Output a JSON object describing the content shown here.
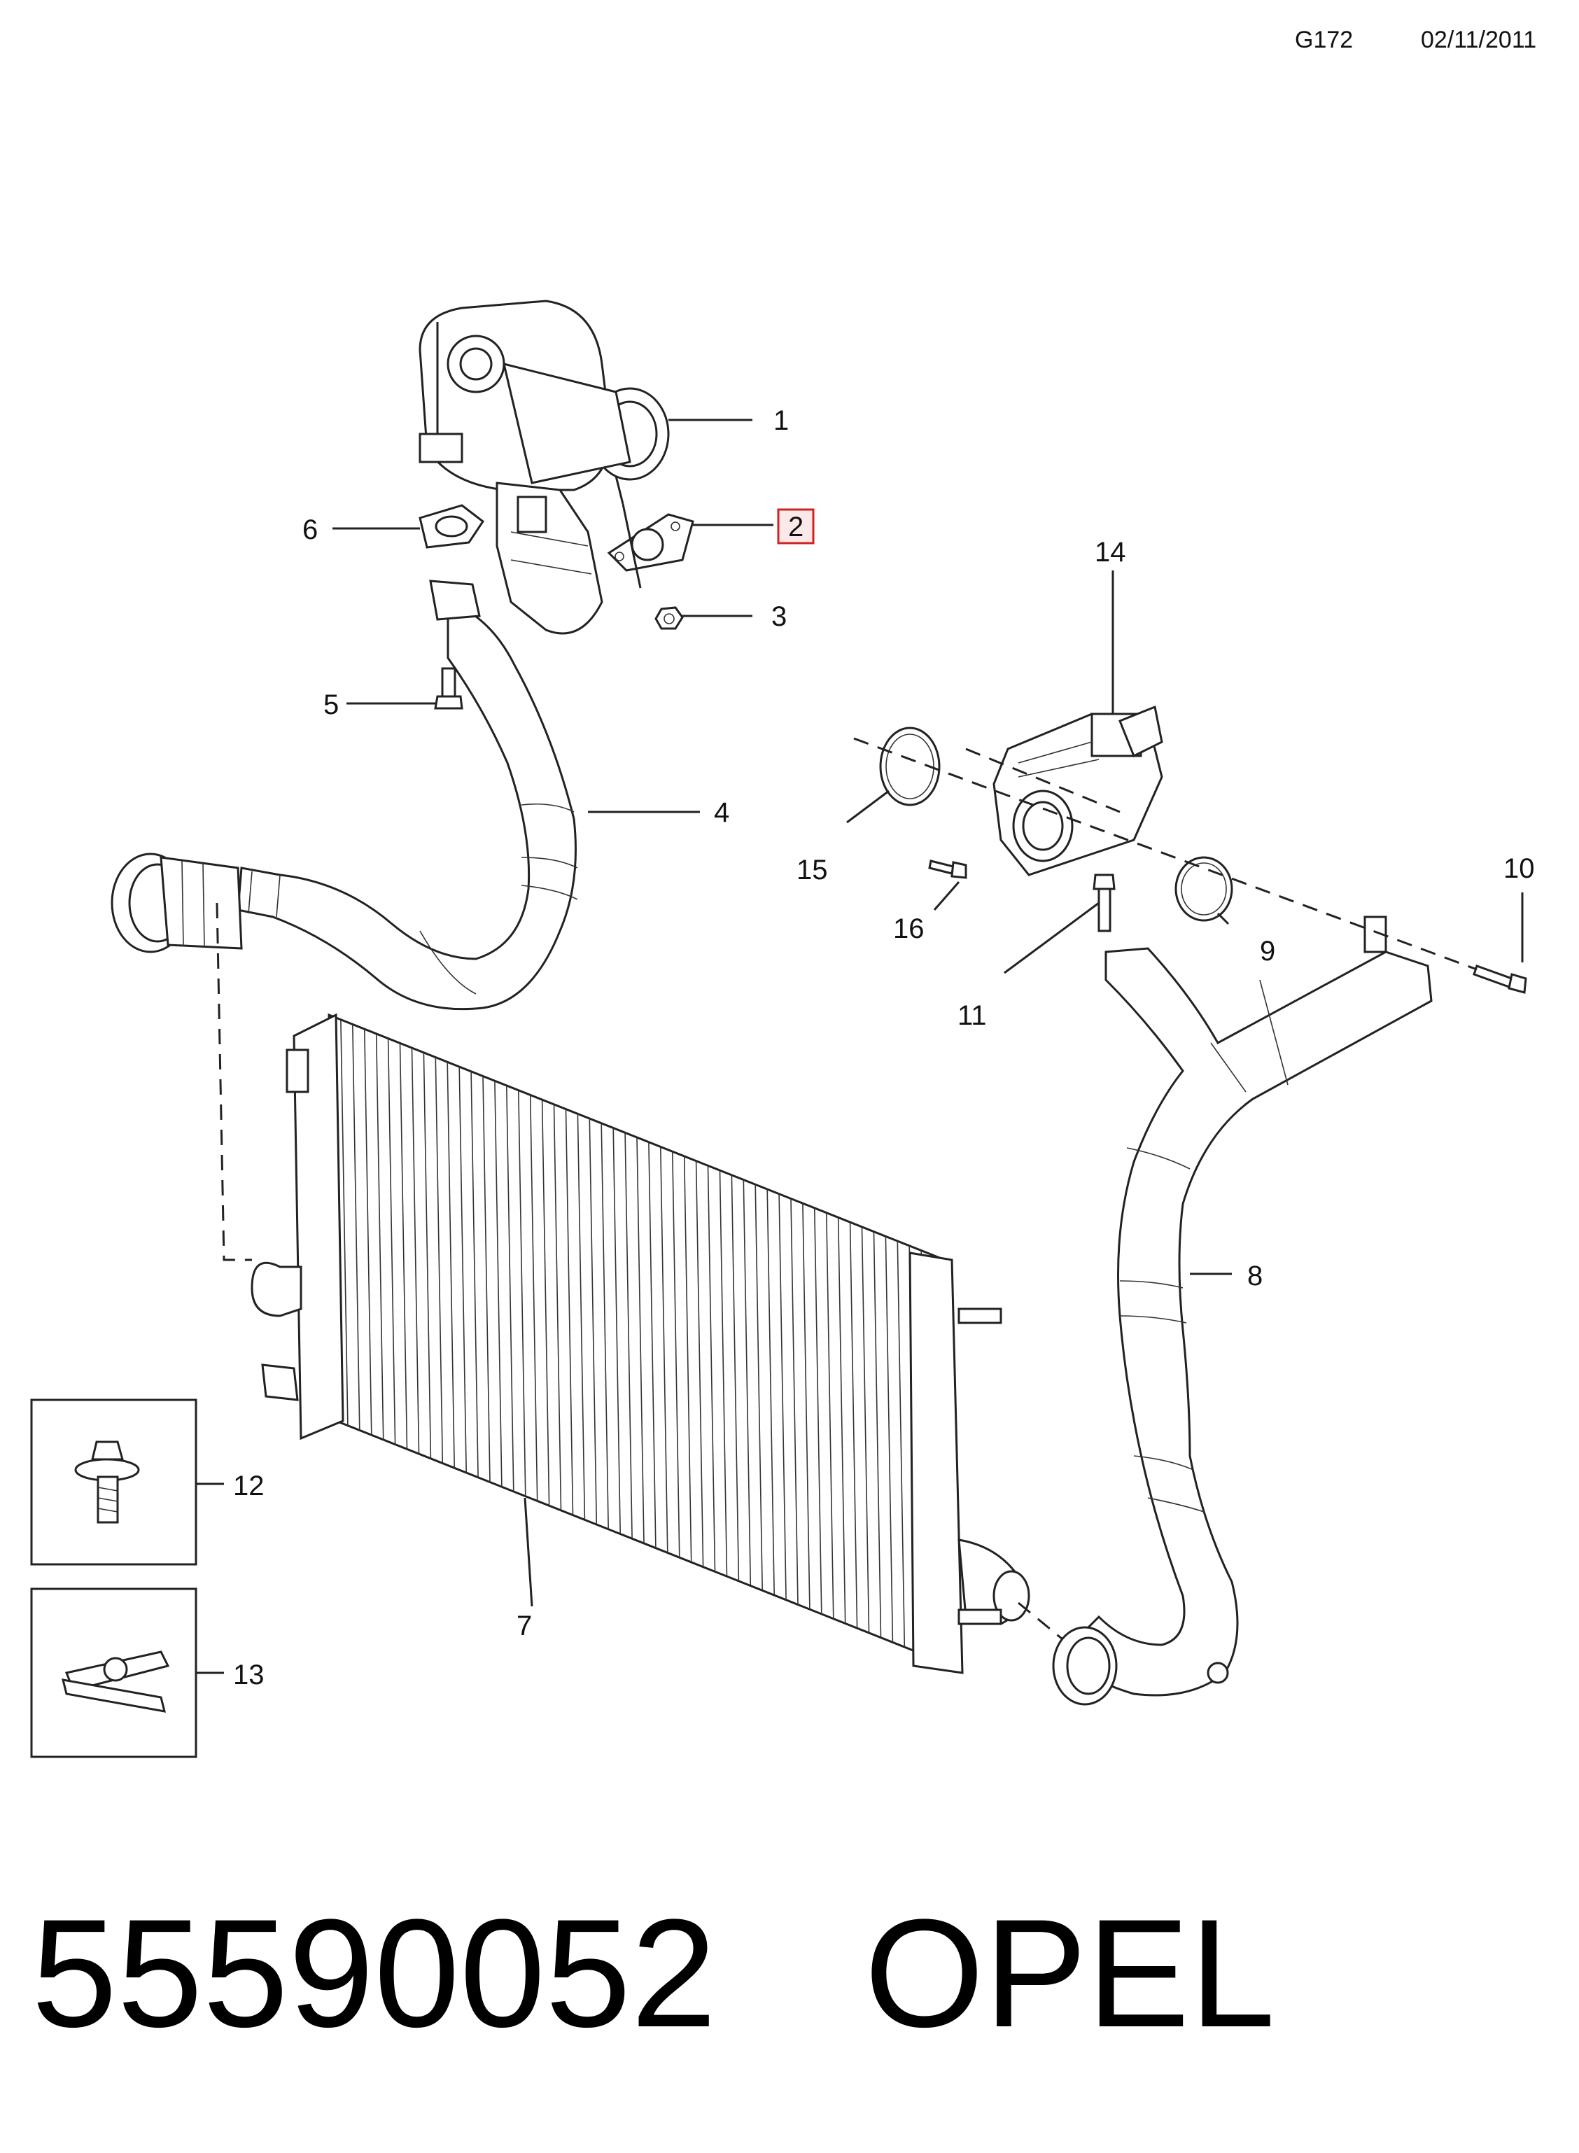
{
  "header": {
    "code": "G172",
    "date": "02/11/2011"
  },
  "callouts": {
    "c1": "1",
    "c2": "2",
    "c3": "3",
    "c4": "4",
    "c5": "5",
    "c6": "6",
    "c7": "7",
    "c8": "8",
    "c9": "9",
    "c10": "10",
    "c11": "11",
    "c12": "12",
    "c13": "13",
    "c14": "14",
    "c15": "15",
    "c16": "16"
  },
  "highlight_color": "#d22222",
  "footer": {
    "part_number": "55590052",
    "brand": "OPEL"
  }
}
